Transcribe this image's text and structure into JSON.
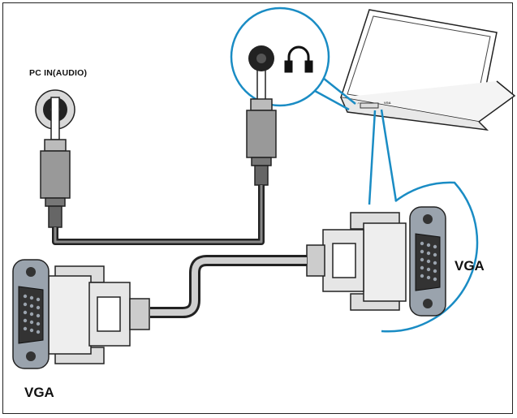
{
  "labels": {
    "pc_in_audio": "PC IN(AUDIO)",
    "vga_right": "VGA",
    "vga_left": "VGA"
  },
  "laptop_ports": {
    "audio_mark": "♫",
    "vga_mark": "VGA"
  },
  "icons": [
    "headphones-icon",
    "audio-jack-icon",
    "vga-port-icon",
    "laptop-icon"
  ],
  "colors": {
    "callout_blue": "#1a8cc4",
    "cable_dark": "#333333",
    "port_gray": "#9aa3ad",
    "outline": "#222222"
  }
}
